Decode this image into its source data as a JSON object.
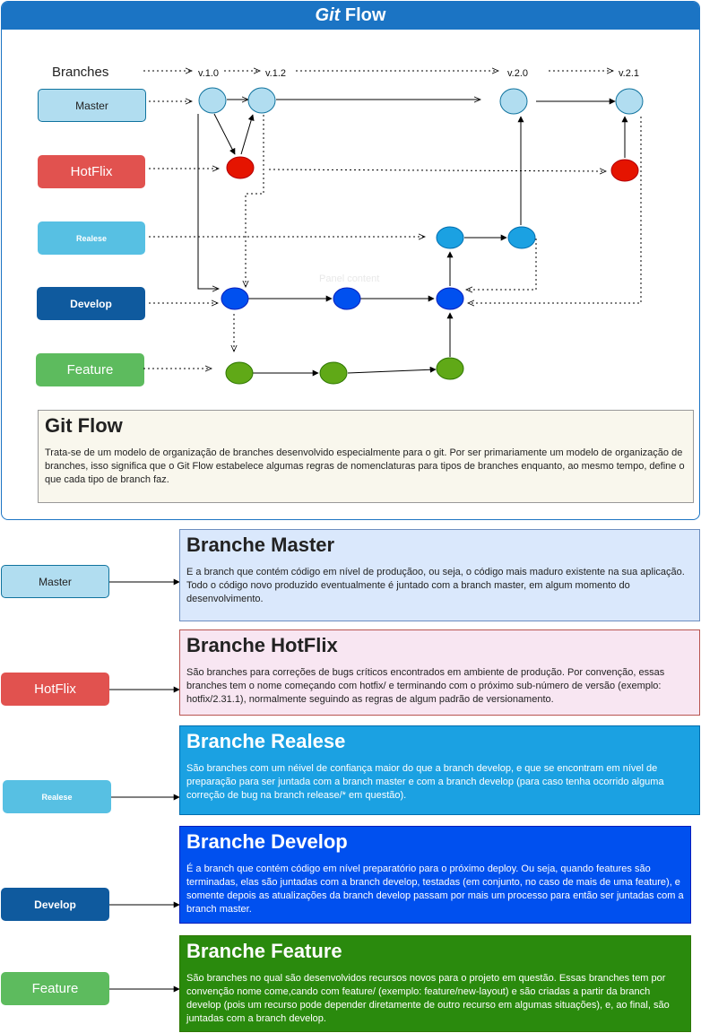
{
  "title": {
    "italic": "Git",
    "rest": "Flow"
  },
  "diagram": {
    "branches_label": "Branches",
    "versions": [
      "v.1.0",
      "v.1.2",
      "v.2.0",
      "v.2.1"
    ],
    "lanes": {
      "master": "Master",
      "hotfix": "HotFlix",
      "release": "Realese",
      "develop": "Develop",
      "feature": "Feature"
    },
    "ghost_text": "Panel content"
  },
  "summary": {
    "title": "Git Flow",
    "text": "Trata-se de um modelo de organização de branches desenvolvido especialmente para o git. Por ser primariamente um modelo de organização de branches, isso significa que o Git Flow estabelece algumas regras de nomenclaturas para tipos de branches enquanto, ao mesmo tempo, define o que cada tipo de branch faz."
  },
  "details": [
    {
      "label": "Master",
      "title": "Branche Master",
      "text": "E a branch que contém código em nível de produçãoo, ou seja, o código mais maduro existente na sua aplicação. Todo o código novo produzido eventualmente é juntado com a branch master, em algum momento do desenvolvimento."
    },
    {
      "label": "HotFlix",
      "title": "Branche HotFlix",
      "text": "São branches para correções de bugs críticos encontrados em ambiente de produção. Por convenção, essas branches tem o nome começando com hotfix/ e terminando com o próximo sub-número de versão (exemplo: hotfix/2.31.1), normalmente seguindo as regras de algum padrão de versionamento."
    },
    {
      "label": "Realese",
      "title": "Branche Realese",
      "text": "São branches com um néivel de confiança maior do que a branch develop, e que se encontram em nível de preparação para ser juntada com a branch master e com a branch develop (para caso tenha ocorrido alguma correção de bug na branch release/* em questão)."
    },
    {
      "label": "Develop",
      "title": "Branche Develop",
      "text": "É a branch que contém código em nível preparatório para o  próximo deploy. Ou seja, quando features são terminadas, elas são juntadas com a branch develop, testadas (em conjunto, no caso de mais de uma feature), e somente depois as atualizações da branch develop passam por mais um processo para então ser juntadas com a branch master."
    },
    {
      "label": "Feature",
      "title": "Branche Feature",
      "text": "São branches no qual são desenvolvidos recursos novos para o projeto em questão. Essas branches tem por convenção nome come,cando com feature/ (exemplo: feature/new-layout) e são criadas a partir da branch develop (pois um recurso pode depender diretamente de outro recurso em algumas situações), e, ao final, são juntadas com a branch develop."
    }
  ],
  "colors": {
    "header": "#1b74c4",
    "master_fill": "#b1ddf0",
    "master_stroke": "#10739e",
    "hotfix": "#e1524f",
    "hotfix_node": "#e51400",
    "release": "#57c0e3",
    "release_node": "#1ba1e2",
    "develop": "#0f5a9e",
    "develop_node": "#0050ef",
    "feature": "#5dbb5e",
    "feature_node": "#60a917",
    "summary_bg": "#f9f7ed",
    "card_master": "#dae8fc",
    "card_hotfix": "#f8e6f2",
    "card_release": "#1ba1e2",
    "card_develop": "#0050ef",
    "card_feature": "#2a8a0d"
  }
}
